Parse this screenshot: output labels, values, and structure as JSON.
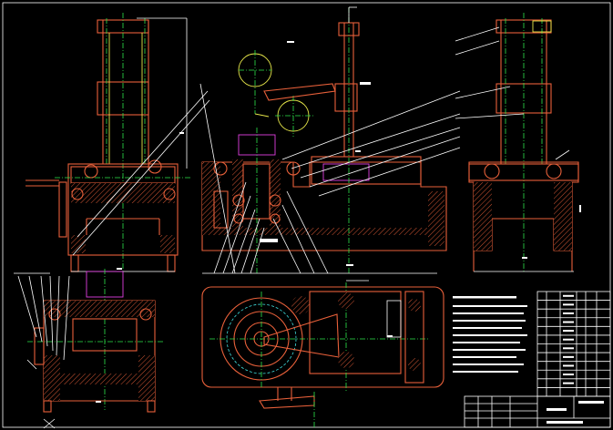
{
  "drawing": {
    "background": "#000000",
    "colors": {
      "outline": "#e8603a",
      "centerline": "#2ee64a",
      "dimension": "#ffffff",
      "spring": "#e040e0",
      "thread": "#e8e84a"
    },
    "views": [
      {
        "id": "front-view"
      },
      {
        "id": "section-view"
      },
      {
        "id": "side-view"
      },
      {
        "id": "bottom-left-view"
      },
      {
        "id": "top-view"
      }
    ],
    "title_block": {
      "rows": 12,
      "columns": 6
    }
  }
}
